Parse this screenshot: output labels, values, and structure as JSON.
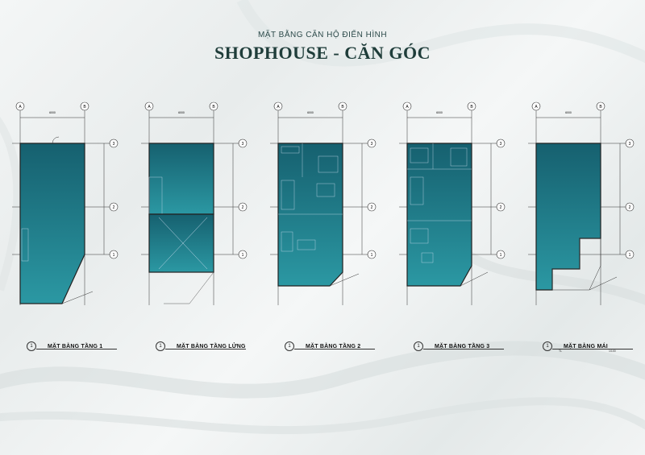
{
  "header": {
    "subtitle": "MẶT BẰNG CĂN HỘ ĐIỂN HÌNH",
    "title": "SHOPHOUSE - CĂN GÓC"
  },
  "grid_labels": {
    "axis_a": "A",
    "axis_b": "B",
    "row_1": "1",
    "row_2": "2",
    "row_3": "3",
    "width_dim": "6000"
  },
  "plans": [
    {
      "id": "tang-1",
      "index": "1",
      "caption": "MẶT BẰNG TẦNG 1"
    },
    {
      "id": "tang-lung",
      "index": "1",
      "caption": "MẶT BẰNG TẦNG LỬNG"
    },
    {
      "id": "tang-2",
      "index": "1",
      "caption": "MẶT BẰNG TẦNG 2"
    },
    {
      "id": "tang-3",
      "index": "1",
      "caption": "MẶT BẰNG TẦNG 3"
    },
    {
      "id": "tang-mai",
      "index": "1",
      "caption": "MẶT BẰNG MÁI",
      "scale_left": "TL",
      "scale_right": "1/100"
    }
  ],
  "colors": {
    "plan_top": "#16606f",
    "plan_bottom": "#2b98a3",
    "title": "#1f3d3a"
  }
}
